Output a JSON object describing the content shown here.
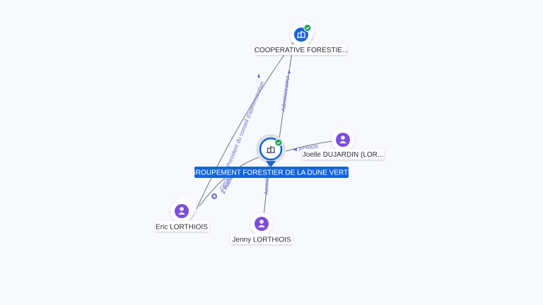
{
  "nodes": {
    "cooperative": {
      "label": "COOPERATIVE FORESTIE...",
      "kind": "company",
      "verified": true
    },
    "groupement": {
      "label": "GROUPEMENT FORESTIER DE LA DUNE VERTE",
      "kind": "company",
      "verified": true,
      "selected": true
    },
    "joelle": {
      "label": "Joelle DUJARDIN (LOR...",
      "kind": "person"
    },
    "eric": {
      "label": "Eric LORTHIOIS",
      "kind": "person",
      "stacked": true
    },
    "jenny": {
      "label": "Jenny LORTHIOIS",
      "kind": "person"
    }
  },
  "edges": {
    "president": {
      "label": "President du conseil d'administration",
      "from": "eric",
      "to": "cooperative"
    },
    "administrateur": {
      "label": "Administrateur",
      "from": "groupement",
      "to": "cooperative"
    },
    "associe_joelle": {
      "label": "Associe",
      "from": "joelle",
      "to": "groupement"
    },
    "associe_jenny": {
      "label": "Associe",
      "from": "jenny",
      "to": "groupement"
    },
    "gerant": {
      "label": "Gerant",
      "from": "eric",
      "to": "groupement"
    },
    "mandats": {
      "label": "2 mandats",
      "from": "eric",
      "to": "groupement"
    }
  },
  "colors": {
    "edge": "#6f7180",
    "edge_label": "#6b6fd0",
    "company": "#1565d8",
    "person": "#7b4de0",
    "verified": "#1e9e5a",
    "selected_label_bg": "#1565d8",
    "label_text": "#2b2d3a"
  },
  "icons": {
    "company": "building-icon",
    "person": "person-icon",
    "verified": "check-badge-icon",
    "close": "close-icon"
  }
}
